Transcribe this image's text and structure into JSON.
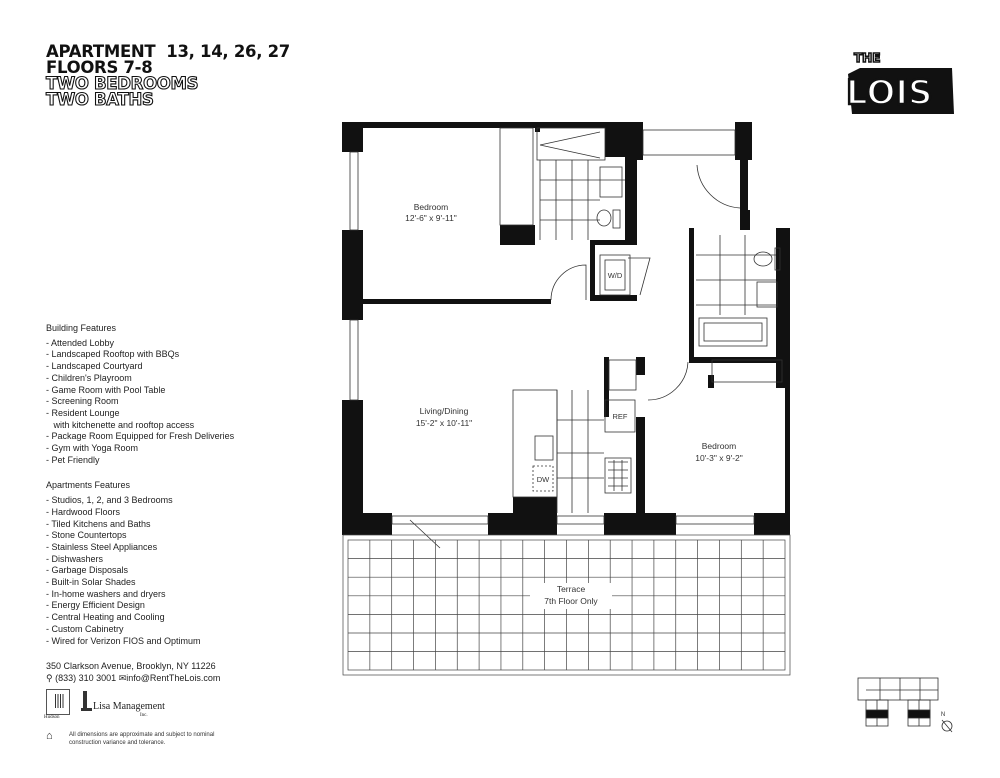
{
  "header": {
    "line1": "APARTMENT  13, 14, 26, 27",
    "line2": "FLOORS 7-8",
    "line3": "TWO BEDROOMS",
    "line4": "TWO BATHS"
  },
  "logo": {
    "top": "THE",
    "main": "LOIS"
  },
  "building_features": {
    "title": "Building Features",
    "items": [
      "- Attended Lobby",
      "- Landscaped Rooftop with BBQs",
      "- Landscaped Courtyard",
      "- Children's Playroom",
      "- Game Room with Pool Table",
      "- Screening Room",
      "- Resident Lounge",
      "   with kitchenette and rooftop access",
      "- Package Room Equipped for Fresh Deliveries",
      "- Gym with Yoga Room",
      "- Pet Friendly"
    ]
  },
  "apartment_features": {
    "title": "Apartments Features",
    "items": [
      "- Studios, 1, 2, and 3 Bedrooms",
      "- Hardwood Floors",
      "- Tiled Kitchens and Baths",
      "- Stone Countertops",
      "- Stainless Steel Appliances",
      "- Dishwashers",
      "- Garbage Disposals",
      "- Built-in Solar Shades",
      "- In-home washers and dryers",
      "- Energy Efficient Design",
      "- Central Heating and Cooling",
      "- Custom Cabinetry",
      "- Wired for Verizon FIOS and Optimum"
    ]
  },
  "contact": {
    "address": "350 Clarkson Avenue, Brooklyn, NY 11226",
    "phone": "(833) 310 3001",
    "email": "info@RentTheLois.com",
    "phone_icon": "phone-icon",
    "email_icon": "envelope-icon"
  },
  "partners": {
    "hudson": "Hudson",
    "lisa": "Lisa Management",
    "lisa_sub": "Inc."
  },
  "disclaimer": {
    "line1": "All dimensions are approximate and subject to nominal",
    "line2": "construction variance and tolerance."
  },
  "rooms": {
    "bedroom1": {
      "name": "Bedroom",
      "dims": "12'-6\" x 9'-11\""
    },
    "living": {
      "name": "Living/Dining",
      "dims": "15'-2\" x 10'-11\""
    },
    "bedroom2": {
      "name": "Bedroom",
      "dims": "10'-3\" x 9'-2\""
    },
    "terrace": {
      "name": "Terrace",
      "note": "7th Floor Only"
    },
    "wd": "W/D",
    "ref": "REF",
    "dw": "DW"
  },
  "keyplan": {
    "north": "N"
  },
  "colors": {
    "wall": "#111111",
    "line": "#333333"
  }
}
